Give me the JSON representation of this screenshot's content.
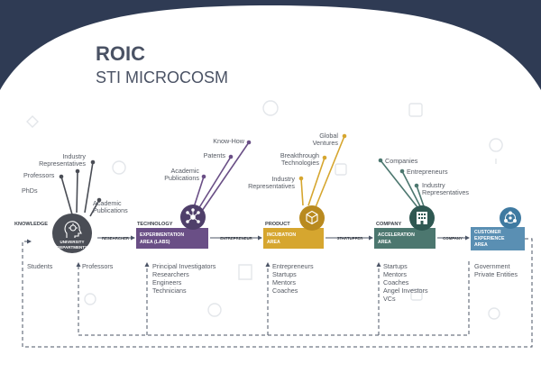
{
  "header": {
    "title": "ROIC",
    "subtitle": "STI MICROCOSM"
  },
  "colors": {
    "navy": "#2f3b54",
    "knowledge": "#4a4d55",
    "technology": "#6a4f86",
    "product": "#d6a62f",
    "company": "#4c776f",
    "customer": "#5a8fb3",
    "arrow": "#4b5466",
    "text": "#555a63"
  },
  "stages": {
    "knowledge": {
      "label": "KNOWLEDGE",
      "node_text": [
        "UNIVERSITY",
        "DEPARTMENTS"
      ],
      "icon": "brain-head-icon",
      "inputs": [
        "PhDs",
        "Professors",
        "Industry",
        "Representatives",
        "Academic",
        "Publications"
      ],
      "outputs": [
        "Students",
        "Professors"
      ]
    },
    "technology": {
      "label": "TECHNOLOGY",
      "box": [
        "EXPERIMENTATION",
        "AREA (LABS)"
      ],
      "icon": "network-circle-icon",
      "inputs": [
        "Academic",
        "Publications",
        "Patents",
        "Know-How"
      ],
      "outputs": [
        "Principal Investigators",
        "Researchers",
        "Engineers",
        "Technicians"
      ]
    },
    "product": {
      "label": "PRODUCT",
      "box": [
        "INCUBATION",
        "AREA"
      ],
      "icon": "box-icon",
      "inputs": [
        "Industry",
        "Representatives",
        "Breakthrough",
        "Technologies",
        "Global",
        "Ventures"
      ],
      "outputs": [
        "Entrepreneurs",
        "Startups",
        "Mentors",
        "Coaches"
      ]
    },
    "company": {
      "label": "COMPANY",
      "box": [
        "ACCELERATION",
        "AREA"
      ],
      "icon": "building-icon",
      "inputs": [
        "Companies",
        "Entrepreneurs",
        "Industry",
        "Representatives"
      ],
      "outputs": [
        "Startups",
        "Mentors",
        "Coaches",
        "Angel Investors",
        "VCs"
      ]
    },
    "customer": {
      "box": [
        "CUSTOMER",
        "EXPERIENCE",
        "AREA"
      ],
      "icon": "users-network-icon",
      "outputs": [
        "Government",
        "Private Entities"
      ]
    }
  },
  "connectors": [
    "RESEARCHER",
    "ENTREPRENEUR",
    "STARTUPPER",
    "COMPANY"
  ]
}
